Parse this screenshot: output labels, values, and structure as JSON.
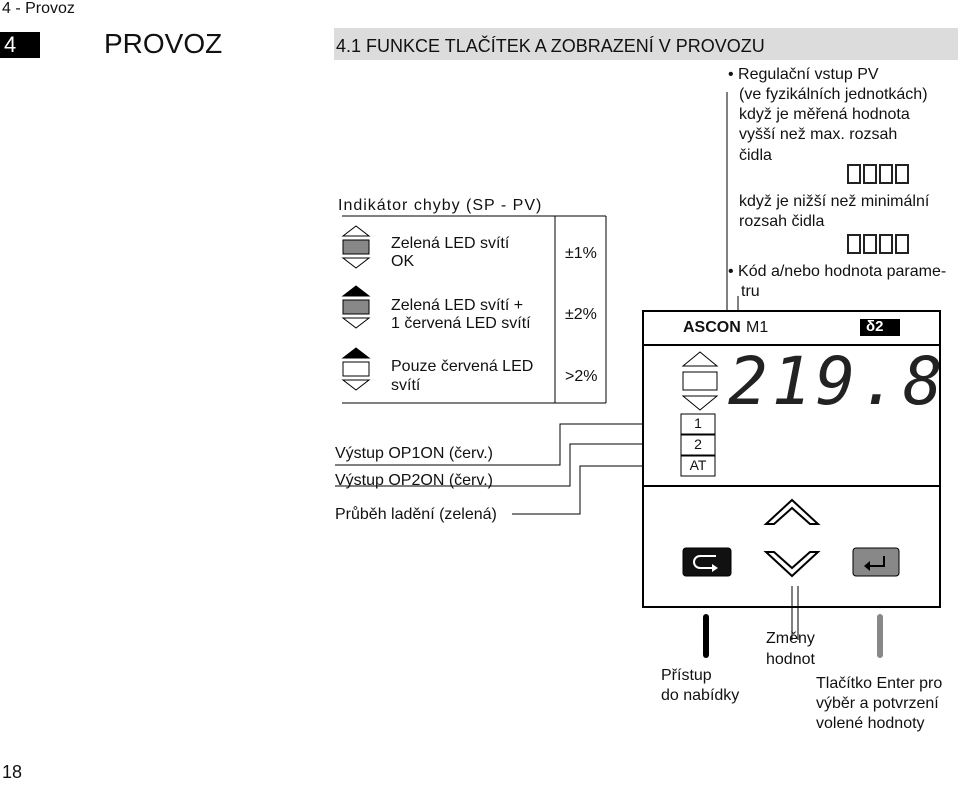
{
  "header": {
    "running": "4 - Provoz",
    "chapter_number": "4",
    "chapter_title": "PROVOZ",
    "section_title": "4.1 FUNKCE TLAČÍTEK A ZOBRAZENÍ V PROVOZU"
  },
  "indicator_table": {
    "title": "Indikátor chyby (SP - PV)",
    "rows": [
      {
        "text1": "Zelená LED svítí",
        "text2": "OK",
        "value": "±1%"
      },
      {
        "text1": "Zelená LED svítí +",
        "text2": "1 červená LED svítí",
        "value": "±2%"
      },
      {
        "text1": "Pouze červená LED",
        "text2": "svítí",
        "value": ">2%"
      }
    ]
  },
  "outputs": {
    "op1": "Výstup OP1ON (červ.)",
    "op2": "Výstup OP2ON (červ.)",
    "tuning": "Průběh ladění (zelená)"
  },
  "right_notes": {
    "pv_lines": [
      "• Regulační vstup PV",
      "(ve fyzikálních jednotkách)",
      "když je měřená hodnota",
      "vyšší než max. rozsah",
      "čidla"
    ],
    "over_range_code": "0000",
    "under_lines": [
      "když je nižší než minimální",
      "rozsah čidla"
    ],
    "under_range_code": "0000",
    "param_lines": [
      "• Kód a/nebo hodnota parame-",
      "tru"
    ]
  },
  "device": {
    "brand": "ASCON",
    "model": "M1",
    "logo": "δ2",
    "display_value": "219.8",
    "led_labels": [
      "1",
      "2",
      "AT"
    ]
  },
  "bottom_labels": {
    "menu_access": [
      "Přístup",
      "do nabídky"
    ],
    "changes": [
      "Změny",
      "hodnot"
    ],
    "enter": [
      "Tlačítko Enter  pro",
      "výběr a potvrzení",
      "volené hodnoty"
    ]
  },
  "page_number": "18"
}
